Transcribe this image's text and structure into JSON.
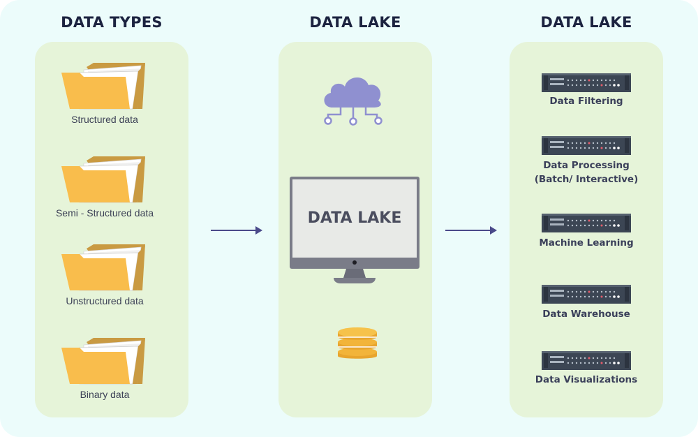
{
  "headings": {
    "left": "DATA TYPES",
    "middle": "DATA LAKE",
    "right": "DATA LAKE"
  },
  "data_types": [
    {
      "label": "Structured data",
      "icon": "folder-icon"
    },
    {
      "label": "Semi - Structured data",
      "icon": "folder-icon"
    },
    {
      "label": "Unstructured data",
      "icon": "folder-icon"
    },
    {
      "label": "Binary data",
      "icon": "folder-icon"
    }
  ],
  "lake": {
    "monitor_text": "DATA LAKE",
    "icons": [
      "cloud-network-icon",
      "monitor-icon",
      "database-coins-icon"
    ]
  },
  "outputs": [
    {
      "line1": "Data Filtering",
      "line2": "",
      "icon": "server-icon"
    },
    {
      "line1": "Data Processing",
      "line2": "(Batch/ Interactive)",
      "icon": "server-icon"
    },
    {
      "line1": "Machine Learning",
      "line2": "",
      "icon": "server-icon"
    },
    {
      "line1": "Data Warehouse",
      "line2": "",
      "icon": "server-icon"
    },
    {
      "line1": "Data Visualizations",
      "line2": "",
      "icon": "server-icon"
    }
  ],
  "colors": {
    "background": "#ecfcfb",
    "panel": "#e6f4d9",
    "folder": "#f9bd4c",
    "folder_back": "#c99a42",
    "cloud": "#8f90d0",
    "server": "#3c4654",
    "coins": "#f2b43a",
    "arrow": "#4a4a8a",
    "heading": "#1c2340"
  }
}
